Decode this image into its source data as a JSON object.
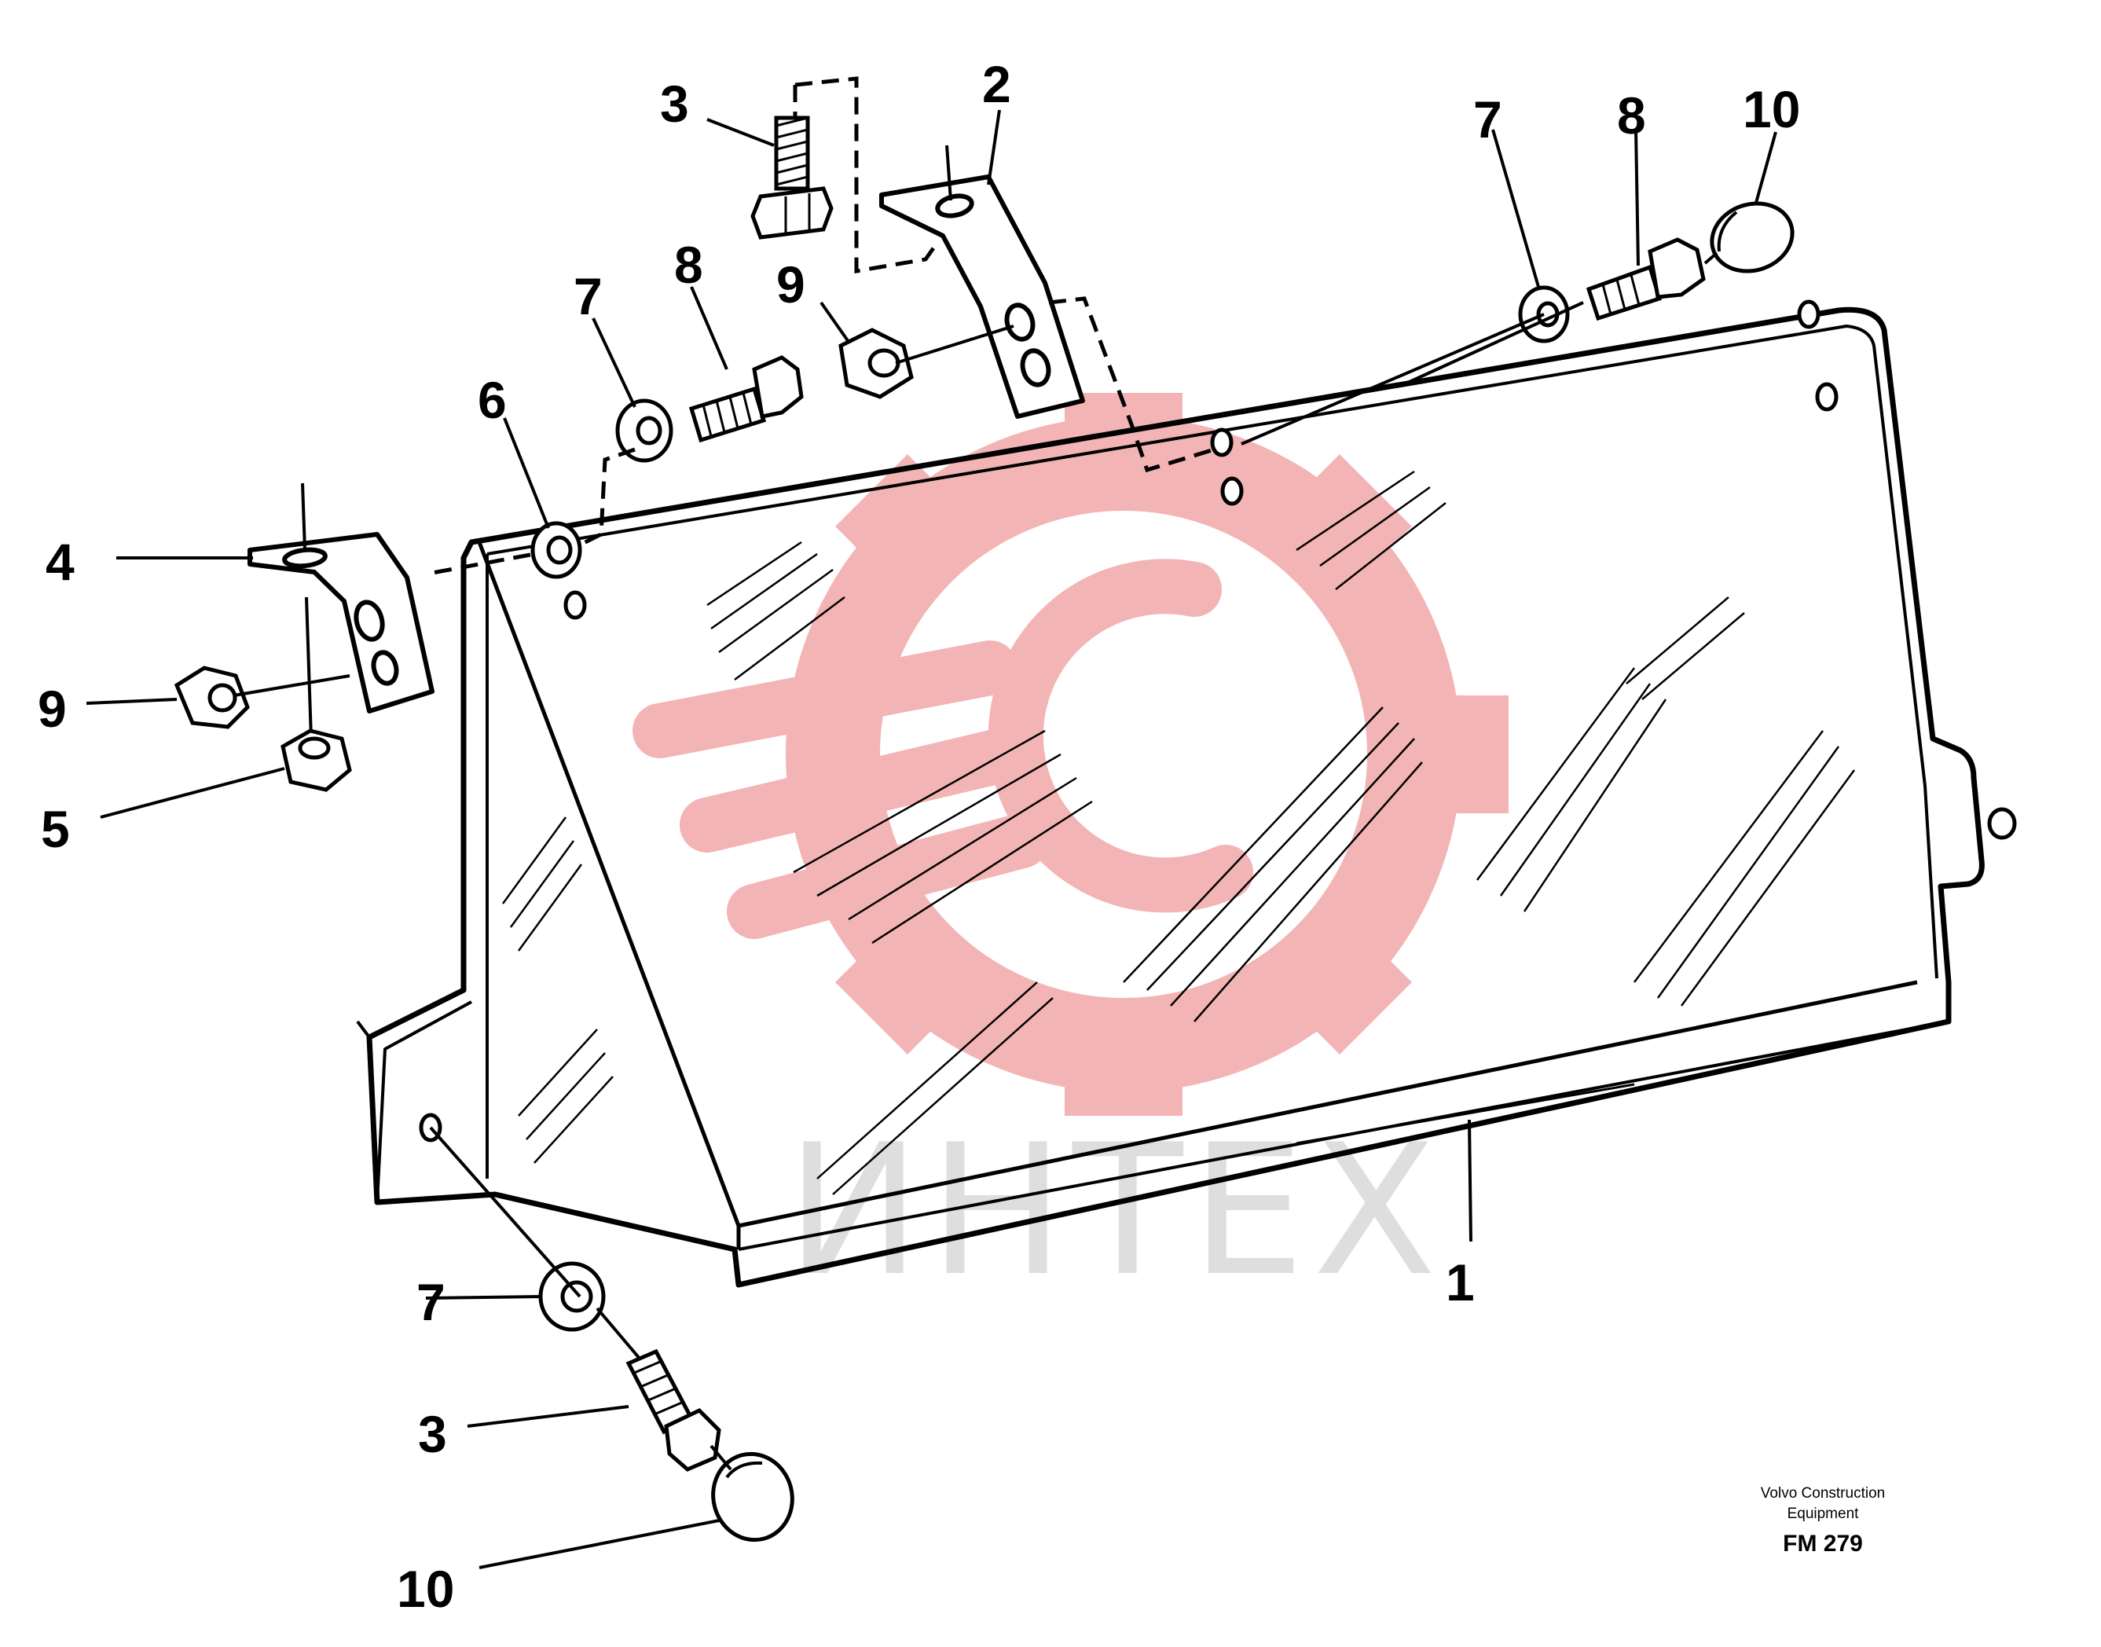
{
  "callouts": {
    "c1": "1",
    "c2": "2",
    "c3_top": "3",
    "c3_bottom": "3",
    "c4": "4",
    "c5": "5",
    "c6": "6",
    "c7_left": "7",
    "c7_right": "7",
    "c7_bottom": "7",
    "c8_left": "8",
    "c8_right": "8",
    "c9_left": "9",
    "c9_center": "9",
    "c10_right": "10",
    "c10_bottom": "10"
  },
  "watermark": {
    "text": "ИНТЕХ",
    "gear_color": "#f2a7a9",
    "text_color": "#d9d9d9"
  },
  "caption": {
    "line1": "Volvo Construction",
    "line2": "Equipment",
    "code": "FM 279"
  },
  "colors": {
    "ink": "#000000",
    "background": "#ffffff"
  }
}
